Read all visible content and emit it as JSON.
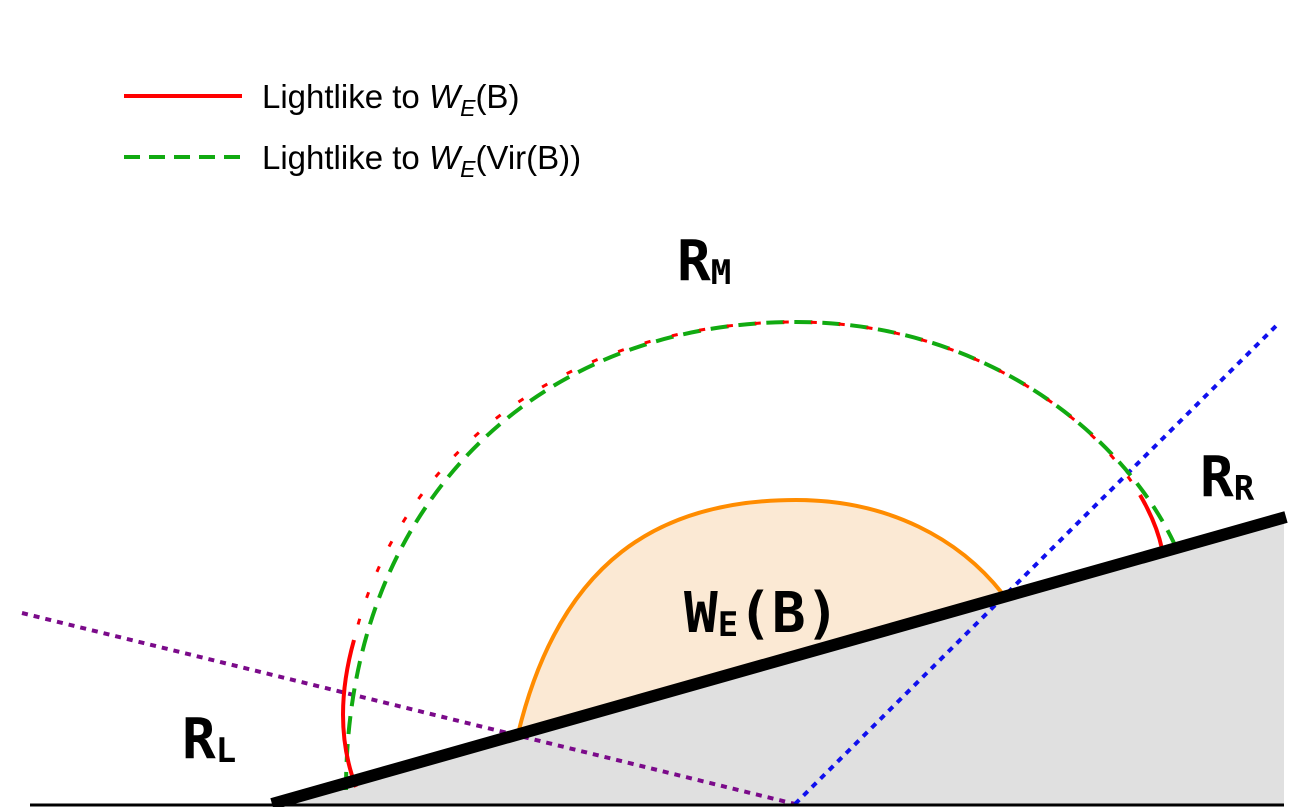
{
  "legend": {
    "items": [
      {
        "style": "solid",
        "color": "#ff0000",
        "label_prefix": "Lightlike to ",
        "label_w": "W",
        "label_sub": "E",
        "label_suffix": "(B)"
      },
      {
        "style": "dashed",
        "color": "#11aa11",
        "label_prefix": "Lightlike to ",
        "label_w": "W",
        "label_sub": "E",
        "label_suffix": "(Vir(B))"
      }
    ]
  },
  "labels": {
    "rm_main": "R",
    "rm_sub": "M",
    "rr_main": "R",
    "rr_sub": "R",
    "rl_main": "R",
    "rl_sub": "L",
    "wedge_main": "W",
    "wedge_sub": "E",
    "wedge_suffix": "(B)"
  },
  "colors": {
    "boundary": "#000000",
    "bulk_fill": "#e0e0e0",
    "wedge_fill": "#fbe9d4",
    "wedge_stroke": "#ff8c00",
    "solid_arc": "#ff0000",
    "dashed_arc": "#11aa11",
    "blue_ray": "#1010ee",
    "purple_ray": "#7b0a8a"
  }
}
